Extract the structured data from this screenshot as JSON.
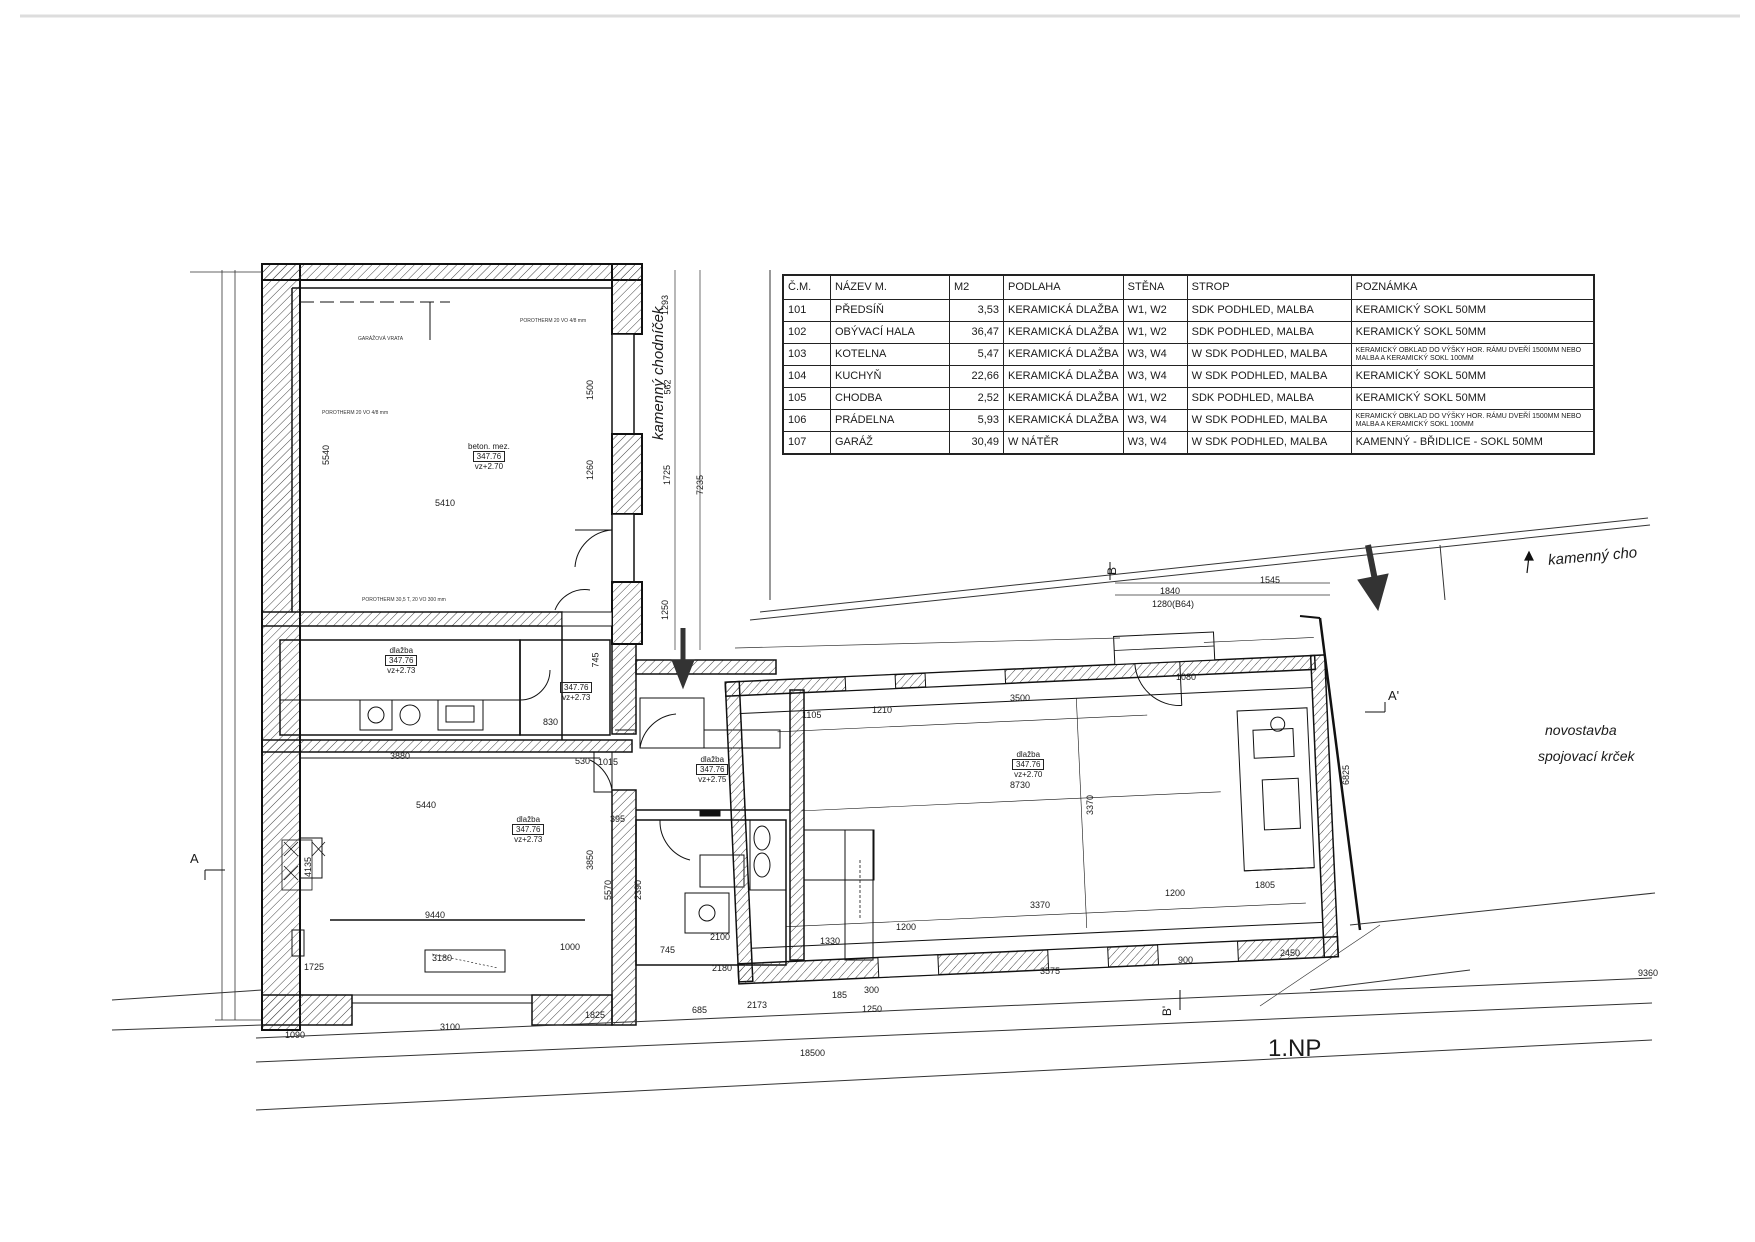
{
  "room_table": {
    "headers": [
      "Č.M.",
      "NÁZEV M.",
      "M2",
      "PODLAHA",
      "STĚNA",
      "STROP",
      "POZNÁMKA"
    ],
    "rows": [
      {
        "num": "101",
        "name": "PŘEDSÍŇ",
        "area": "3,53",
        "floor": "KERAMICKÁ DLAŽBA",
        "wall": "W1, W2",
        "ceiling": "SDK PODHLED, MALBA",
        "note": "KERAMICKÝ SOKL 50MM"
      },
      {
        "num": "102",
        "name": "OBÝVACÍ HALA",
        "area": "36,47",
        "floor": "KERAMICKÁ DLAŽBA",
        "wall": "W1, W2",
        "ceiling": "SDK PODHLED, MALBA",
        "note": "KERAMICKÝ SOKL 50MM"
      },
      {
        "num": "103",
        "name": "KOTELNA",
        "area": "5,47",
        "floor": "KERAMICKÁ DLAŽBA",
        "wall": "W3, W4",
        "ceiling": "W SDK PODHLED, MALBA",
        "note": "KERAMICKÝ OBKLAD DO VÝŠKY HOR. RÁMU DVEŘÍ 1500MM NEBO MALBA A KERAMICKÝ SOKL 100MM"
      },
      {
        "num": "104",
        "name": "KUCHYŇ",
        "area": "22,66",
        "floor": "KERAMICKÁ DLAŽBA",
        "wall": "W3, W4",
        "ceiling": "W SDK PODHLED, MALBA",
        "note": "KERAMICKÝ SOKL 50MM"
      },
      {
        "num": "105",
        "name": "CHODBA",
        "area": "2,52",
        "floor": "KERAMICKÁ DLAŽBA",
        "wall": "W1, W2",
        "ceiling": "SDK PODHLED, MALBA",
        "note": "KERAMICKÝ SOKL 50MM"
      },
      {
        "num": "106",
        "name": "PRÁDELNA",
        "area": "5,93",
        "floor": "KERAMICKÁ DLAŽBA",
        "wall": "W3, W4",
        "ceiling": "W SDK PODHLED, MALBA",
        "note": "KERAMICKÝ OBKLAD DO VÝŠKY HOR. RÁMU DVEŘÍ 1500MM NEBO MALBA A KERAMICKÝ SOKL 100MM"
      },
      {
        "num": "107",
        "name": "GARÁŽ",
        "area": "30,49",
        "floor": "W NÁTĚR",
        "wall": "W3, W4",
        "ceiling": "W SDK PODHLED, MALBA",
        "note": "KAMENNÝ - BŘIDLICE - SOKL 50MM"
      }
    ]
  },
  "labels": {
    "floor_name": "1.NP",
    "path_left": "kamenný chodníček",
    "path_right": "kamenný cho",
    "new_build_1": "novostavba",
    "new_build_2": "spojovací krček",
    "section_a": "A",
    "section_a_prime": "A'",
    "section_b": "B",
    "section_b_prime": "B'",
    "garage_door": "GARÁŽOVÁ VRATA",
    "wall_note_1": "POROTHERM 20 VO 4/8 mm",
    "wall_note_2": "POROTHERM 20 VO 4/8 mm",
    "wall_note_3": "POROTHERM 30,5 T, 20 VO 300 mm"
  },
  "room_labels": [
    {
      "title": "beton. mez.",
      "elev": "347.76",
      "level": "vz+2.70"
    },
    {
      "title": "dlažba",
      "elev": "347.76",
      "level": "vz+2.73"
    },
    {
      "title": "",
      "elev": "347.76",
      "level": "vz+2.73"
    },
    {
      "title": "dlažba",
      "elev": "347.76",
      "level": "vz+2.73"
    },
    {
      "title": "dlažba",
      "elev": "347.76",
      "level": "vz+2.75"
    },
    {
      "title": "dlažba",
      "elev": "347.76",
      "level": "vz+2.70"
    }
  ],
  "dimensions": {
    "bottom_total": "18500",
    "bottom_segments": [
      "1090",
      "3100",
      "1825",
      "685",
      "2173",
      "185",
      "300",
      "1250",
      "3575",
      "900",
      "2450",
      "9360"
    ],
    "garage": [
      "5410",
      "5540",
      "1500",
      "1260",
      "1293",
      "562",
      "1725",
      "7235",
      "1250",
      "745"
    ],
    "room_left": [
      "5440",
      "3880",
      "9440",
      "3180",
      "1000",
      "4135",
      "3850",
      "5570",
      "1725"
    ],
    "living": [
      "3500",
      "1210",
      "1105",
      "8730",
      "3370",
      "1200",
      "1805",
      "3370",
      "1200",
      "6825"
    ],
    "misc": [
      "1840",
      "1545",
      "1280(B64)",
      "1080",
      "830",
      "530",
      "2100",
      "2390",
      "745",
      "1330",
      "395",
      "1015",
      "2180"
    ]
  }
}
